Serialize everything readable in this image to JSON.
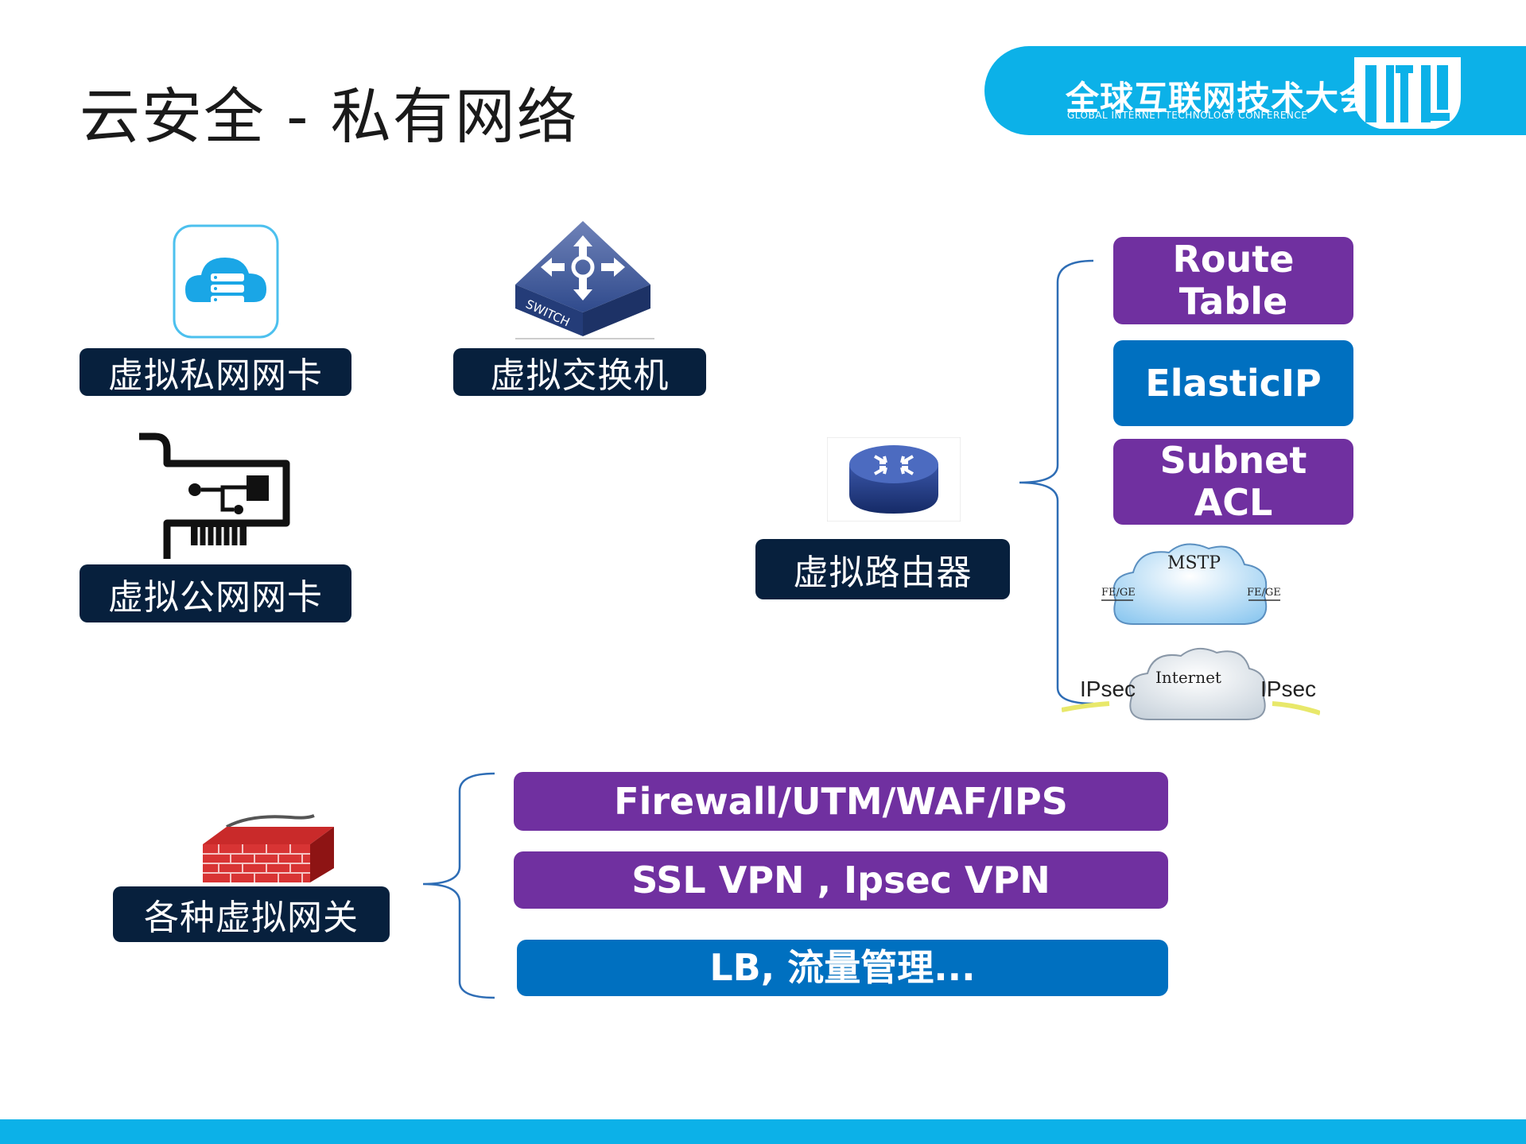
{
  "title": "云安全 - 私有网络",
  "logo": {
    "cn": "全球互联网技术大会",
    "en": "GLOBAL INTERNET TECHNOLOGY CONFERENCE",
    "mark": "GITC"
  },
  "labels": {
    "private_nic": "虚拟私网网卡",
    "vswitch": "虚拟交换机",
    "public_nic": "虚拟公网网卡",
    "vrouter": "虚拟路由器",
    "gateways": "各种虚拟网关"
  },
  "router_options": [
    {
      "text": "Route\nTable",
      "color": "#7030a0"
    },
    {
      "text": "ElasticIP",
      "color": "#0070c0"
    },
    {
      "text": "Subnet\nACL",
      "color": "#7030a0"
    }
  ],
  "mstp_cloud": {
    "label": "MSTP",
    "left_port": "FE/GE",
    "right_port": "FE/GE"
  },
  "internet_cloud": {
    "label": "Internet",
    "left": "IPsec",
    "right": "IPsec"
  },
  "switch_text": "SWITCH",
  "gateway_options": [
    {
      "text": "Firewall/UTM/WAF/IPS",
      "color": "#7030a0"
    },
    {
      "text": "SSL VPN , Ipsec VPN",
      "color": "#7030a0"
    },
    {
      "text": "LB, 流量管理...",
      "color": "#0070c0"
    }
  ],
  "colors": {
    "accent": "#0cb1e8",
    "navy": "#07203d",
    "purple": "#7030a0",
    "blue": "#0070c0"
  }
}
